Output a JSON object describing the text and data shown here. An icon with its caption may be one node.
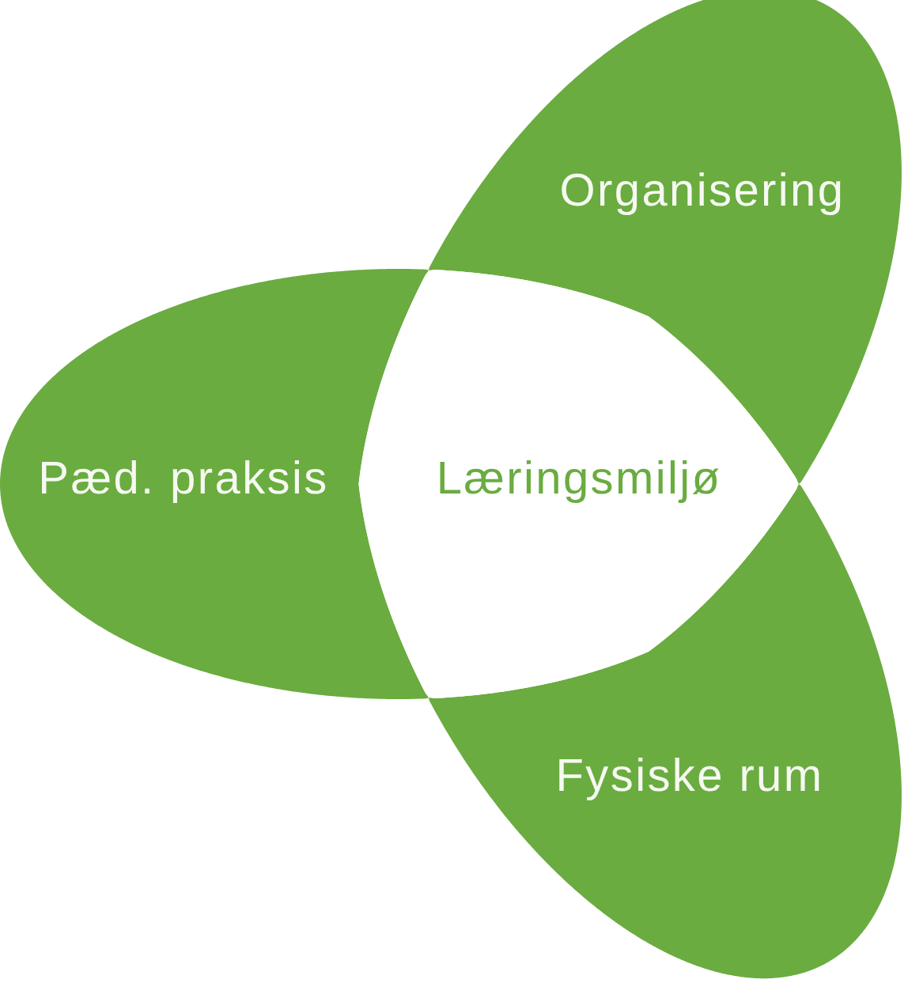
{
  "diagram": {
    "nodes": [
      {
        "text": [
          "Organisering"
        ]
      },
      {
        "text": [
          "Pæd. praksis"
        ]
      },
      {
        "text": [
          "Læringsmiljø"
        ]
      },
      {
        "text": [
          "Fysiske rum"
        ]
      }
    ]
  }
}
